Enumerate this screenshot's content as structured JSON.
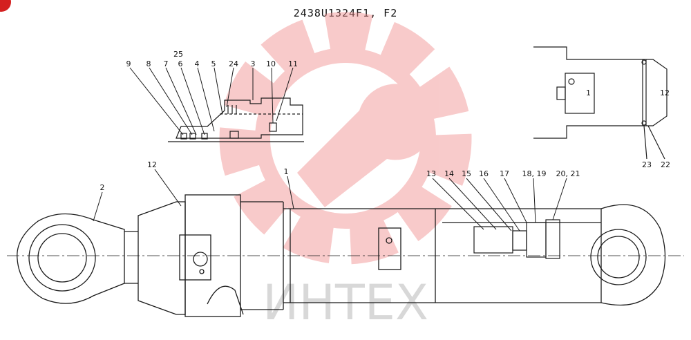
{
  "drawing_title": "2438U1324F1, F2",
  "watermark_text": "ИНТЕХ",
  "callouts_top_detail": [
    "9",
    "8",
    "7",
    "6",
    "4",
    "5",
    "24",
    "25",
    "3",
    "10",
    "11"
  ],
  "callouts_right_detail": [
    "1",
    "12",
    "23",
    "22"
  ],
  "callouts_main": [
    "2",
    "12",
    "1",
    "13",
    "14",
    "15",
    "16",
    "17",
    "18, 19",
    "20, 21"
  ],
  "colors": {
    "line": "#1a1a1a",
    "watermark": "#f08c8c",
    "watermark_text": "#c8c8c8",
    "corner_badge": "#d42020"
  }
}
